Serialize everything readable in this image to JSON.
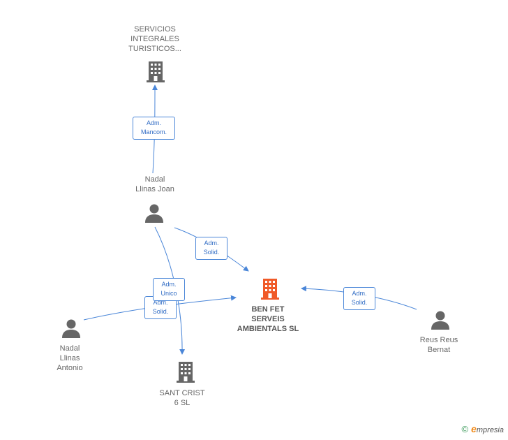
{
  "nodes": {
    "servicios": {
      "label": "SERVICIOS\nINTEGRALES\nTURISTICOS...",
      "type": "company"
    },
    "nadal_joan": {
      "label": "Nadal\nLlinas Joan",
      "type": "person"
    },
    "ben_fet": {
      "label": "BEN FET\nSERVEIS\nAMBIENTALS SL",
      "type": "company-main"
    },
    "nadal_antonio": {
      "label": "Nadal\nLlinas\nAntonio",
      "type": "person"
    },
    "sant_crist": {
      "label": "SANT CRIST\n6 SL",
      "type": "company"
    },
    "reus": {
      "label": "Reus Reus\nBernat",
      "type": "person"
    }
  },
  "edges": {
    "joan_servicios": "Adm.\nMancom.",
    "joan_benfet": "Adm.\nSolid.",
    "joan_santcrist": "Adm.\nUnico",
    "antonio_benfet": "Adm.\nSolid.",
    "reus_benfet": "Adm.\nSolid."
  },
  "colors": {
    "edge": "#4a86d8",
    "company_icon": "#666666",
    "main_company_icon": "#f05a28",
    "person_icon": "#666666"
  },
  "brand": {
    "copyright": "©",
    "initial": "e",
    "rest": "mpresia"
  }
}
